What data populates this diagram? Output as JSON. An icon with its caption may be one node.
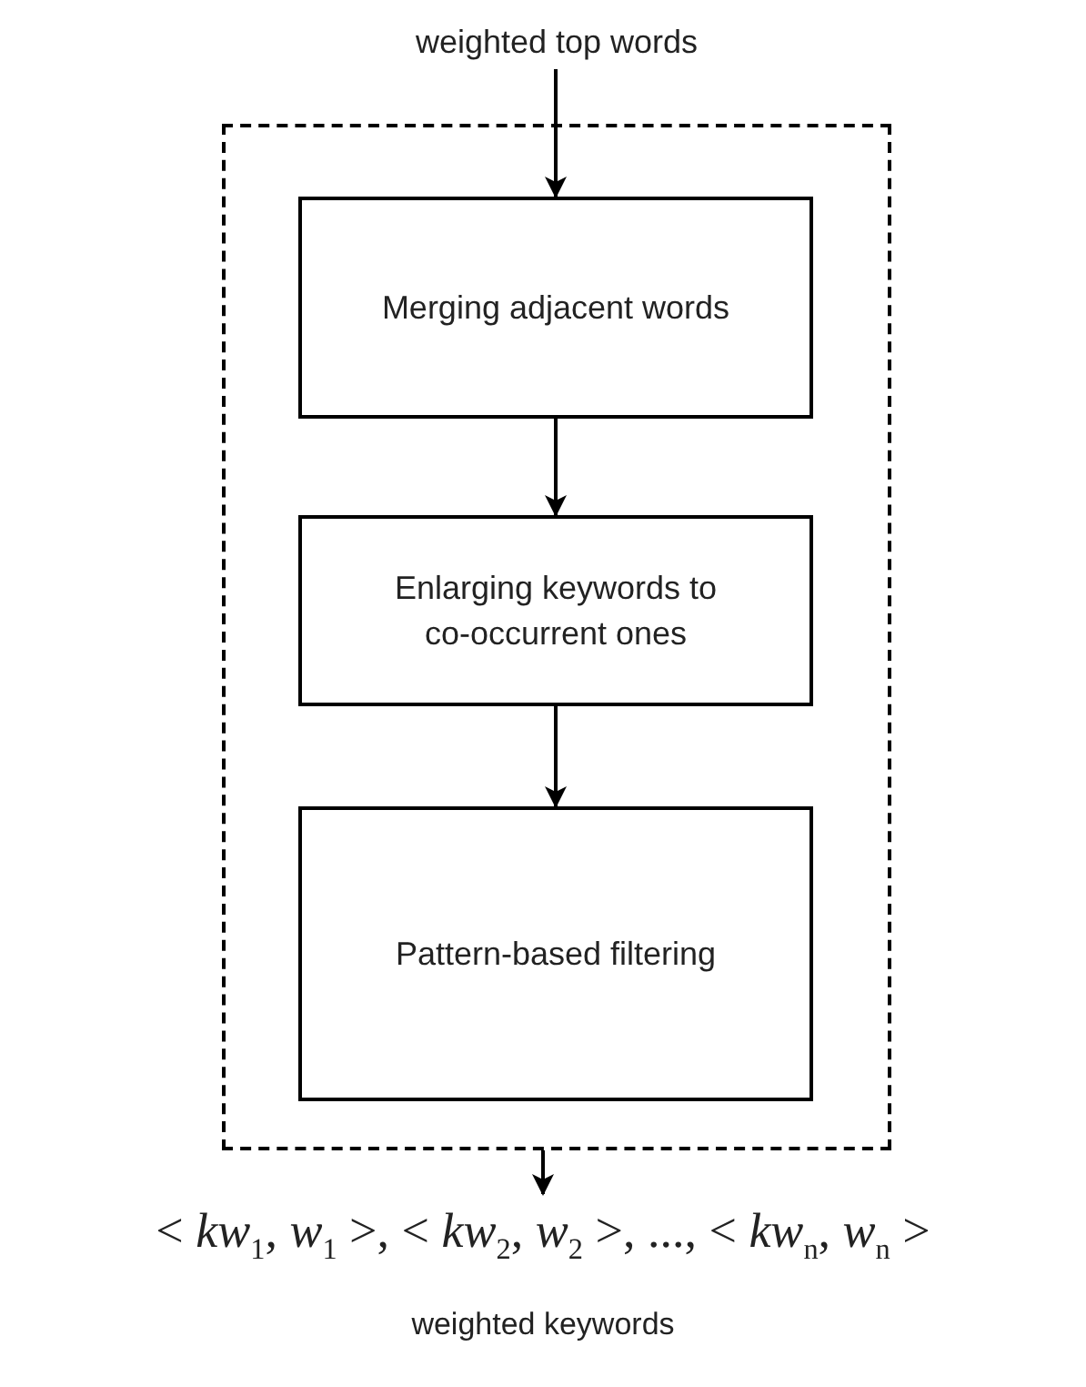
{
  "diagram": {
    "nodes": [
      {
        "text": [],
        "shape": "box"
      },
      {
        "text": [
          "Merging adjacent words"
        ],
        "in": 0
      },
      {
        "text": [
          "Enlarging keywords to co-occurrent ones"
        ],
        "in": 0
      },
      {
        "text": [
          "Pattern-based filtering"
        ],
        "in": 0
      },
      {
        "text": [
          "weighted top words"
        ]
      },
      {
        "text": [
          "< *kw*$_{1}$, *w*$_{1}$ >, < *kw*$_{2}$, *w*$_{2}$ >, ..., < *kw*$_{n}$, *w*$_{n}$ >"
        ],
        "beside": [
          "weighted keywords"
        ]
      }
    ],
    "edges": [
      {
        "from": 4,
        "to": 1,
        "arrow": "to"
      },
      {
        "from": 1,
        "to": 2,
        "arrow": "to"
      },
      {
        "from": 2,
        "to": 3,
        "arrow": "to"
      },
      {
        "from": 0,
        "to": 5,
        "arrow": "to"
      }
    ]
  }
}
